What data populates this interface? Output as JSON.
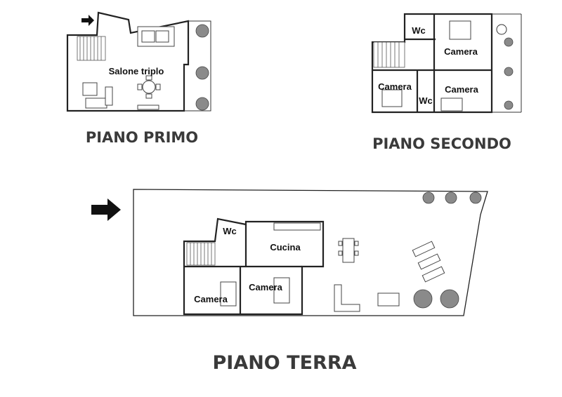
{
  "floors": {
    "primo": {
      "title": "PIANO PRIMO",
      "rooms": {
        "salone": "Salone triplo"
      }
    },
    "secondo": {
      "title": "PIANO SECONDO",
      "rooms": {
        "wc_top": "Wc",
        "camera_right_top": "Camera",
        "camera_left": "Camera",
        "wc_mid": "Wc",
        "camera_right_bottom": "Camera"
      }
    },
    "terra": {
      "title": "PIANO TERRA",
      "rooms": {
        "wc": "Wc",
        "cucina": "Cucina",
        "camera_center": "Camera",
        "camera_left": "Camera"
      }
    }
  },
  "icons": {
    "entrance_primo": "entrance-arrow-icon",
    "entrance_terra": "entrance-arrow-icon"
  },
  "colors": {
    "walls": "#222222",
    "titles": "#3a3a3a",
    "labels": "#111111"
  }
}
